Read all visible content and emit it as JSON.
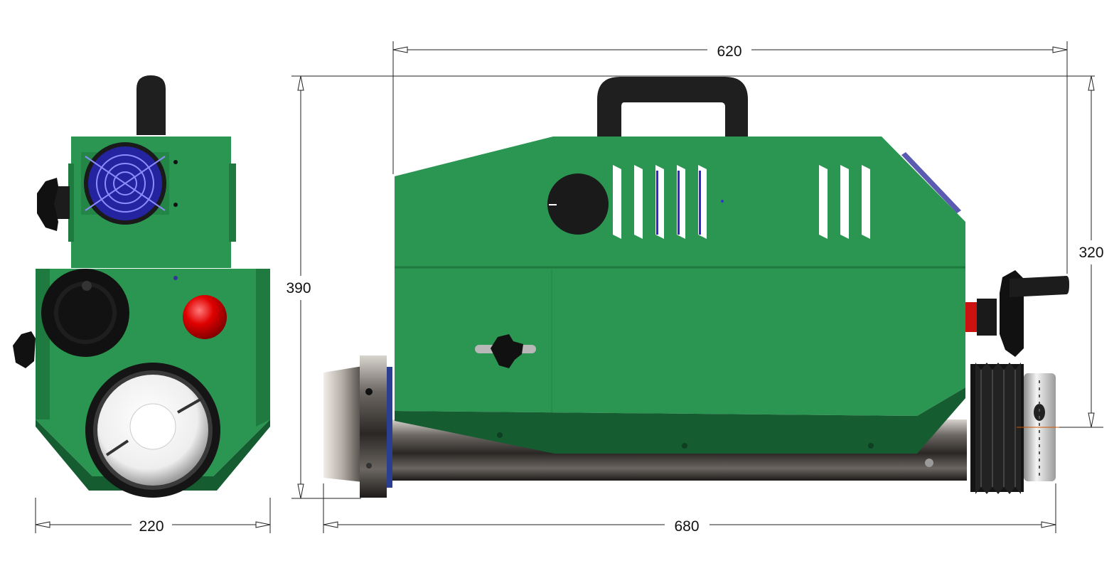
{
  "dimensions": {
    "front_width": "220",
    "side_top_length": "620",
    "side_total_height": "390",
    "side_body_height": "320",
    "side_bottom_length": "680"
  },
  "colors": {
    "body": "#2a9651",
    "body_dark": "#1f7a40",
    "body_shadow": "#155c30",
    "steel": "#8f8a84",
    "knob": "#1a1a1a",
    "button_red": "#d10000",
    "fan_blue": "#3333cc"
  },
  "icons": [
    "handle-icon",
    "fan-grille-icon",
    "knob-icon",
    "emergency-stop-icon",
    "vent-slot-icon",
    "bellows-icon",
    "clamp-collar-icon"
  ]
}
